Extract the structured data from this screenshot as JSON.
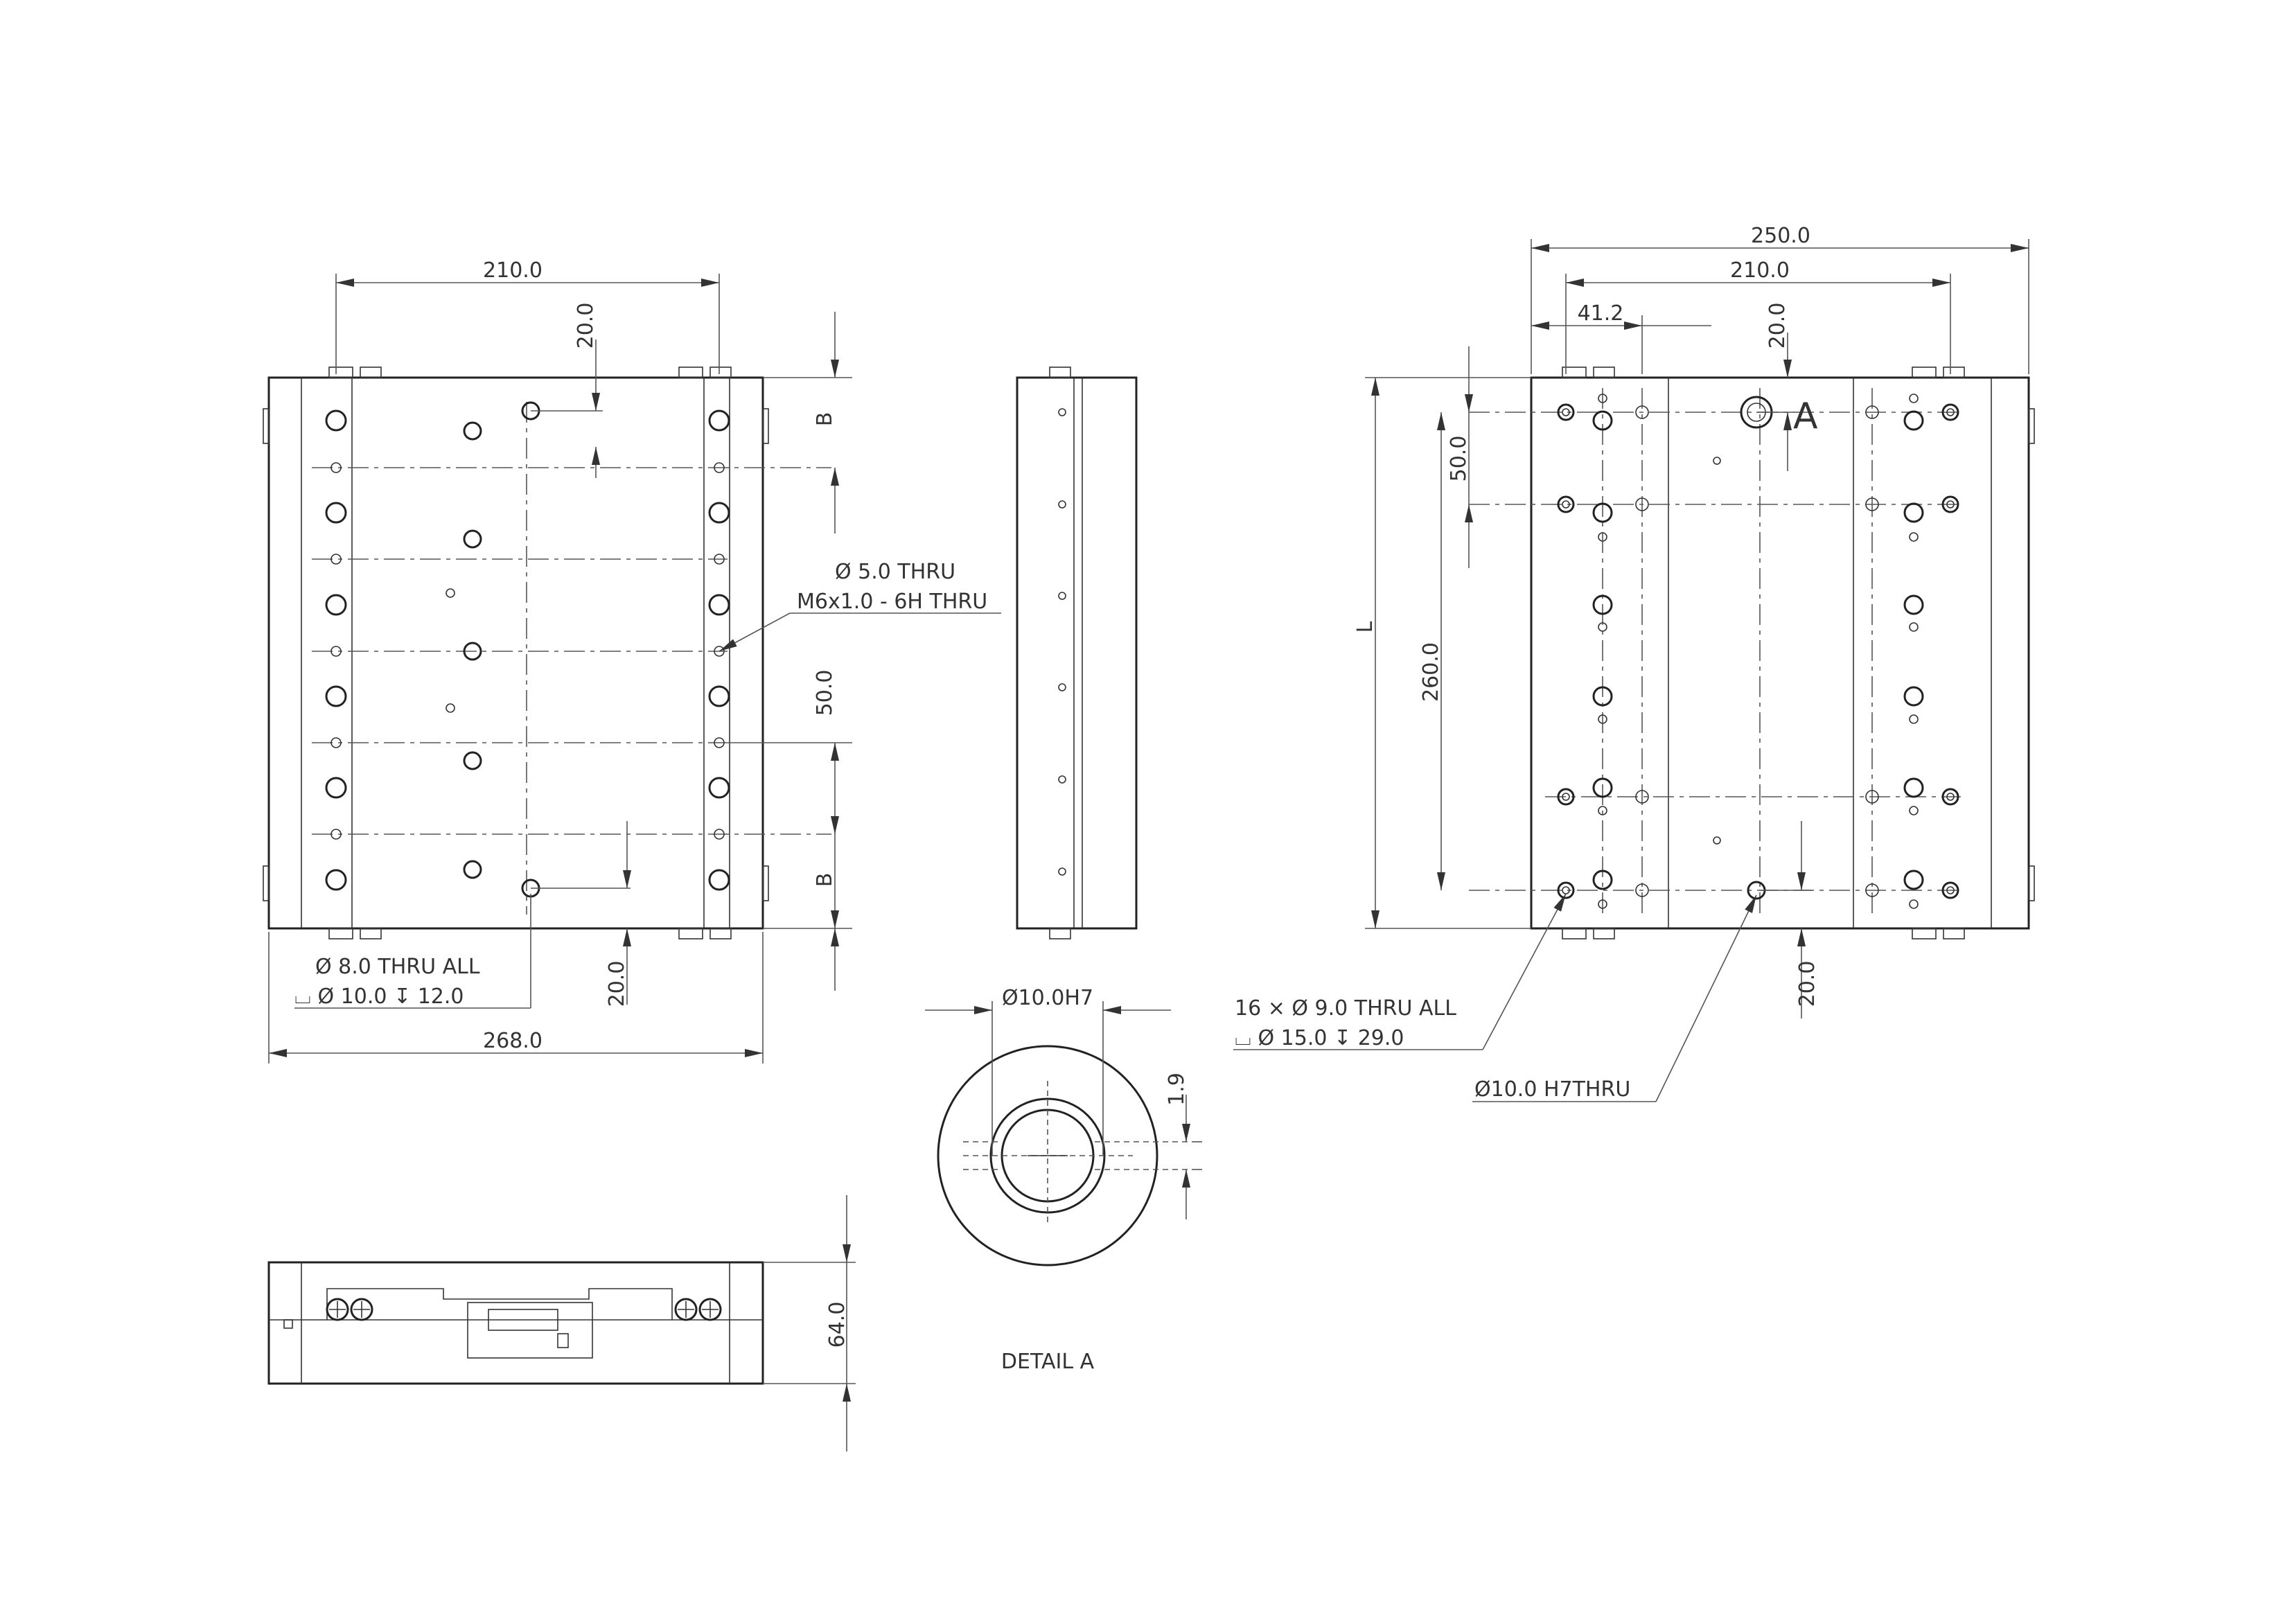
{
  "front_view": {
    "dim_width": "210.0",
    "dim_overall": "268.0",
    "dim_top_offset": "20.0",
    "dim_bottom_offset": "20.0",
    "dim_pitch": "50.0",
    "dim_b_top": "B",
    "dim_b_bottom": "B",
    "callout_tapped_line1": "Ø 5.0 THRU",
    "callout_tapped_line2": "M6x1.0 - 6H THRU",
    "callout_cbore_line1": "Ø 8.0 THRU ALL",
    "callout_cbore_line2": "⌴ Ø 10.0 ↧ 12.0"
  },
  "rear_view": {
    "dim_overall": "250.0",
    "dim_width": "210.0",
    "dim_offset": "41.2",
    "dim_top_offset": "20.0",
    "dim_bottom_offset": "20.0",
    "dim_pitch": "50.0",
    "dim_span": "260.0",
    "dim_length": "L",
    "detail_label": "A",
    "callout_mount_line1": "16 × Ø 9.0 THRU ALL",
    "callout_mount_line2": "⌴ Ø 15.0 ↧ 29.0",
    "callout_pin": "Ø10.0 H7THRU"
  },
  "bottom_view": {
    "dim_height": "64.0"
  },
  "detail": {
    "dim_bore": "Ø10.0H7",
    "dim_depth": "1.9",
    "title": "DETAIL A"
  }
}
